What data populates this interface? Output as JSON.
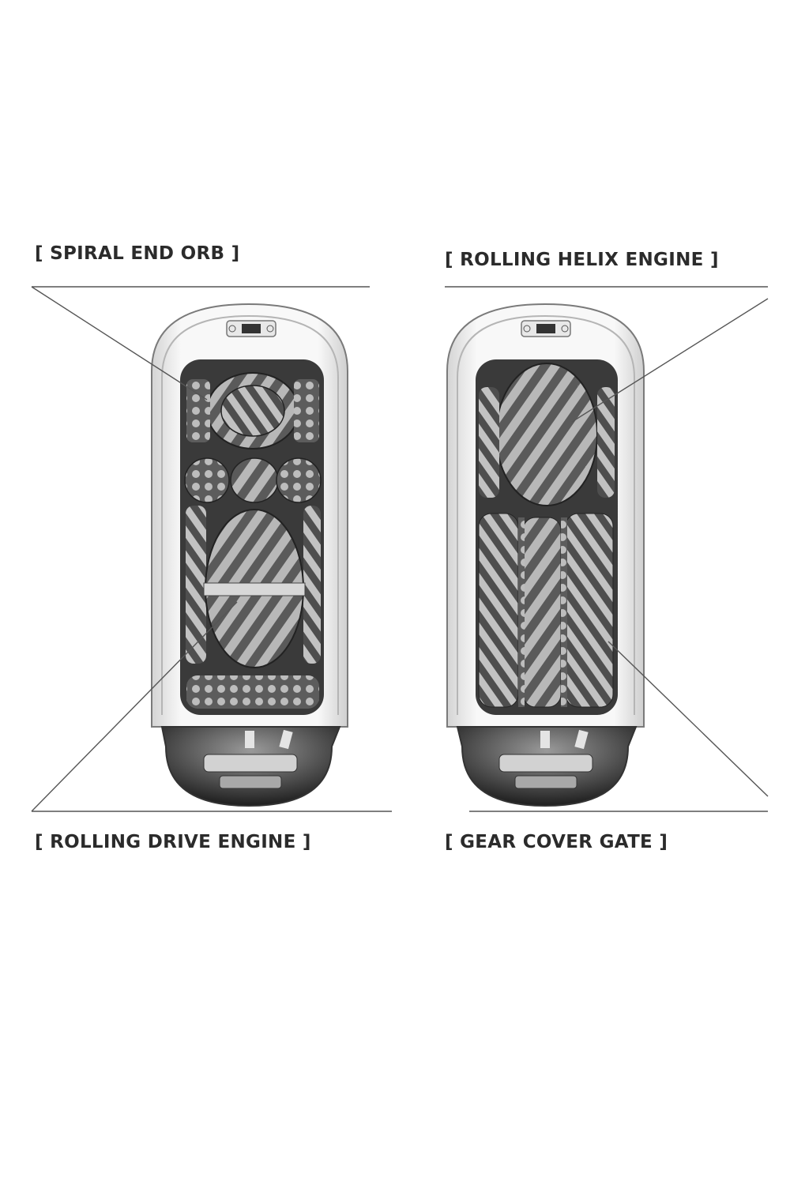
{
  "labels": {
    "spiral_end_orb": "[ SPIRAL END ORB ]",
    "rolling_helix_engine": "[ ROLLING HELIX ENGINE ]",
    "rolling_drive_engine": "[ ROLLING DRIVE ENGINE ]",
    "gear_cover_gate": "[ GEAR COVER GATE ]"
  },
  "colors": {
    "line": "#555555",
    "shell": "#f1f1f1",
    "cavity": "#3a3a3a",
    "texture": "#8a8a8a"
  }
}
